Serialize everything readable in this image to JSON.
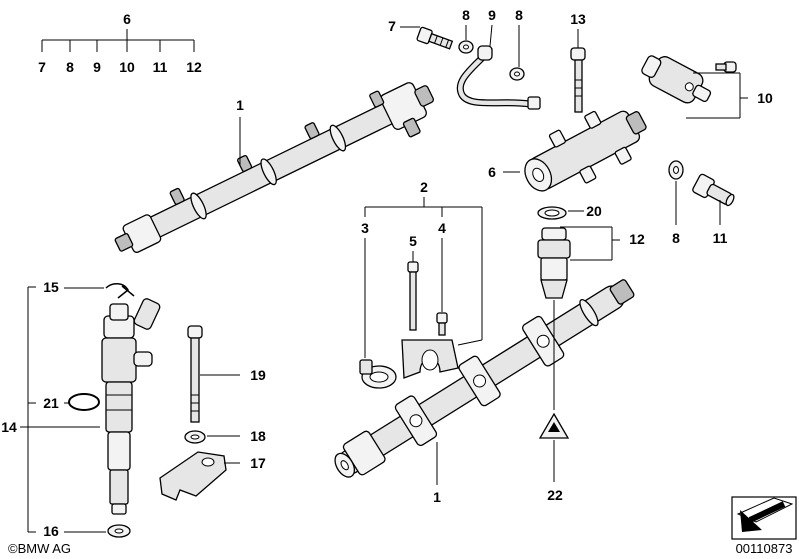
{
  "callouts": {
    "c1a": "1",
    "c1b": "1",
    "c2": "2",
    "c3": "3",
    "c4": "4",
    "c5": "5",
    "c6a": "6",
    "c6b": "6",
    "c7a": "7",
    "c7b": "7",
    "c8a": "8",
    "c8b": "8",
    "c8c": "8",
    "c8d": "8",
    "c9a": "9",
    "c9b": "9",
    "c10a": "10",
    "c10b": "10",
    "c11a": "11",
    "c11b": "11",
    "c12a": "12",
    "c12b": "12",
    "c13": "13",
    "c14": "14",
    "c15": "15",
    "c16": "16",
    "c17": "17",
    "c18": "18",
    "c19": "19",
    "c20": "20",
    "c21": "21",
    "c22": "22"
  },
  "footer": {
    "copyright": "©BMW AG",
    "diagram_number": "00110873"
  }
}
